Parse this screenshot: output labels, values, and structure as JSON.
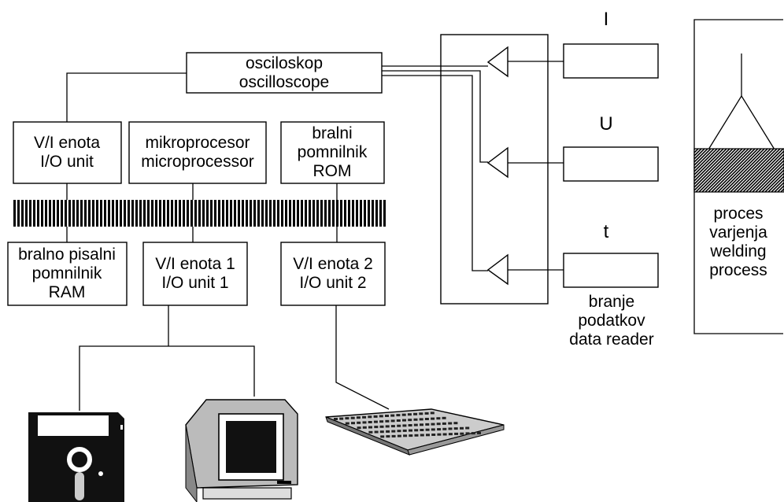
{
  "labels": {
    "oscilloscope": [
      "osciloskop",
      "oscilloscope"
    ],
    "io_unit": [
      "V/I enota",
      "I/O unit"
    ],
    "microprocessor": [
      "mikroprocesor",
      "microprocessor"
    ],
    "rom": [
      "bralni",
      "pomnilnik",
      "ROM"
    ],
    "ram": [
      "bralno pisalni",
      "pomnilnik",
      "RAM"
    ],
    "io_unit_1": [
      "V/I enota 1",
      "I/O unit 1"
    ],
    "io_unit_2": [
      "V/I enota 2",
      "I/O unit 2"
    ],
    "data_reader": [
      "branje",
      "podatkov",
      "data reader"
    ],
    "welding_process": [
      "proces",
      "varjenja",
      "welding",
      "process"
    ],
    "signal_current": "I",
    "signal_voltage": "U",
    "signal_time": "t"
  },
  "colors": {
    "line": "#000000",
    "background": "#ffffff",
    "fill_dark": "#111111"
  },
  "icons": {
    "floppy": "floppy-disk-icon",
    "monitor": "computer-monitor-icon",
    "keyboard": "keyboard-icon",
    "amplifier": "amplifier-triangle-icon"
  }
}
